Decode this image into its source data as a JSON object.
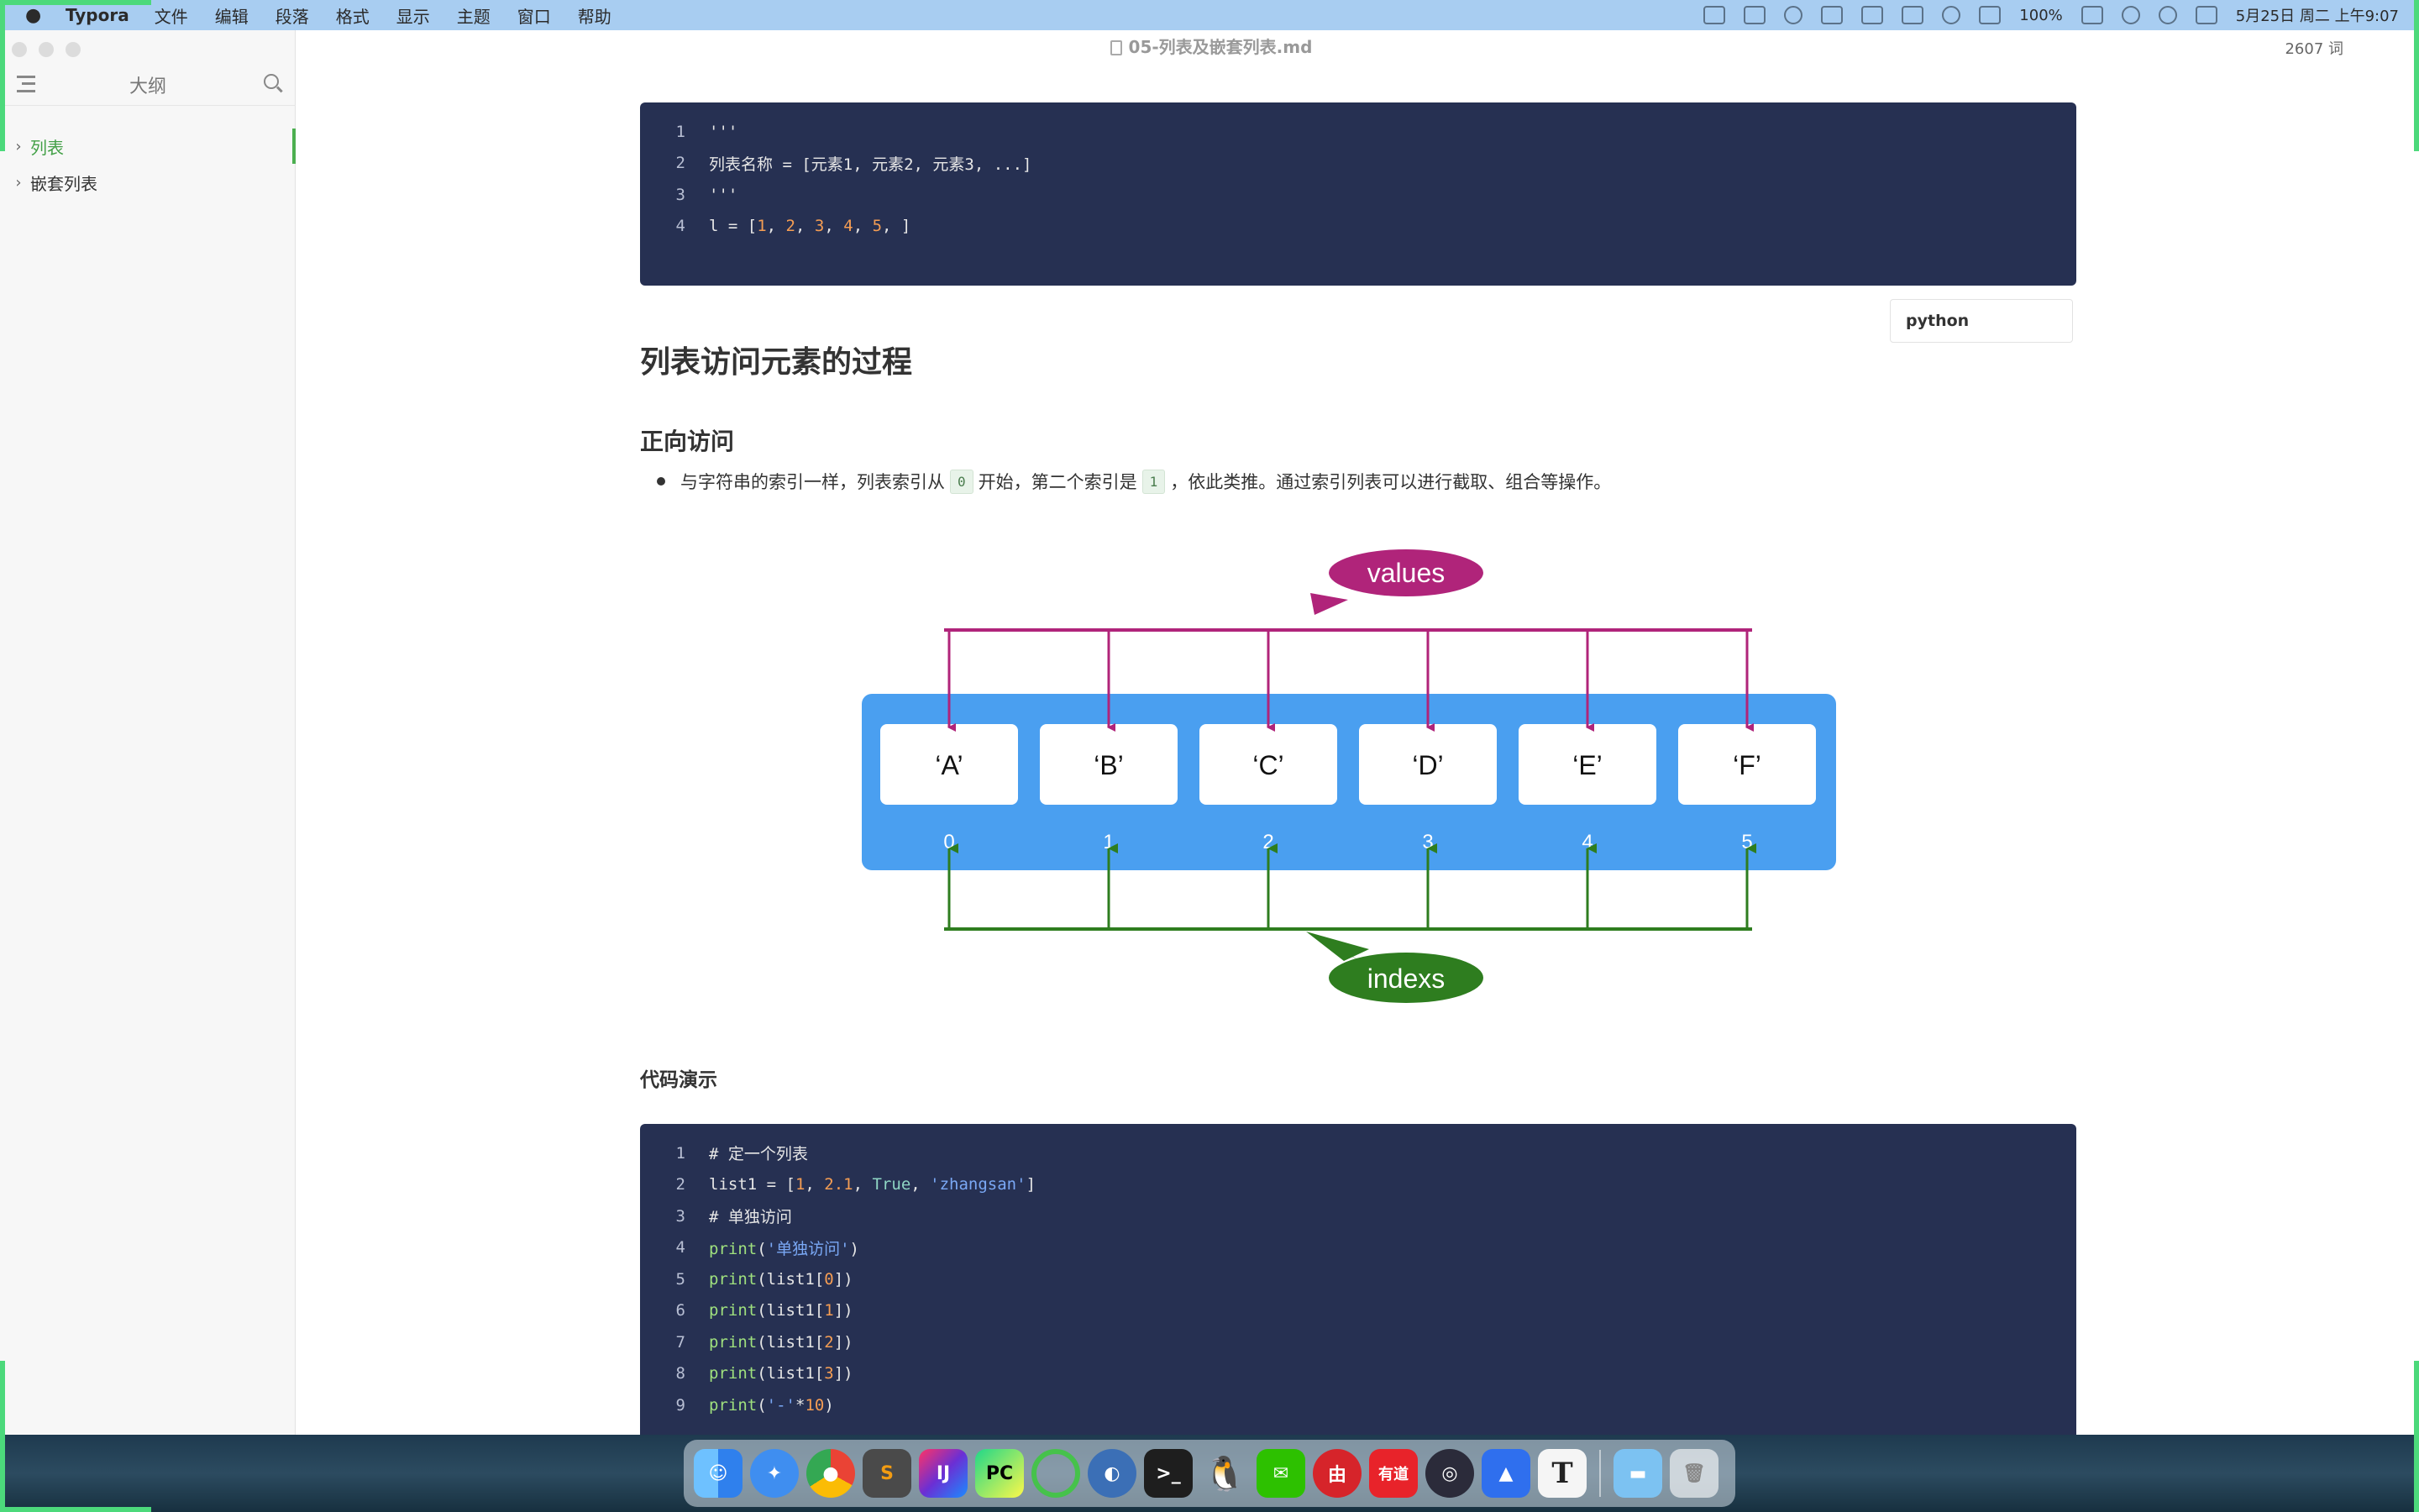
{
  "menubar": {
    "app_name": "Typora",
    "menus": [
      "文件",
      "编辑",
      "段落",
      "格式",
      "显示",
      "主题",
      "窗口",
      "帮助"
    ],
    "battery": "100%",
    "datetime": "5月25日 周二 上午9:07"
  },
  "sidebar": {
    "title": "大纲",
    "items": [
      {
        "label": "列表",
        "active": true
      },
      {
        "label": "嵌套列表",
        "active": false
      }
    ]
  },
  "editor": {
    "file_name": "05-列表及嵌套列表.md",
    "word_count": "2607 词",
    "code_block_1": {
      "line_numbers": [
        "1",
        "2",
        "3",
        "4"
      ],
      "language": "python"
    },
    "heading_2": "列表访问元素的过程",
    "heading_3": "正向访问",
    "bullet": {
      "part1": "与字符串的索引一样，列表索引从",
      "code1": "0",
      "part2": "开始，第二个索引是",
      "code2": "1",
      "part3": "，依此类推。通过索引列表可以进行截取、组合等操作。"
    },
    "heading_4": "代码演示",
    "code_block_2": {
      "line_numbers": [
        "1",
        "2",
        "3",
        "4",
        "5",
        "6",
        "7",
        "8",
        "9"
      ]
    }
  },
  "diagram": {
    "values_label": "values",
    "indexes_label": "indexs",
    "cells": [
      "‘A’",
      "‘B’",
      "‘C’",
      "‘D’",
      "‘E’",
      "‘F’"
    ],
    "indices": [
      "0",
      "1",
      "2",
      "3",
      "4",
      "5"
    ],
    "colors": {
      "values": "#b0247a",
      "indexes": "#2e7d1f",
      "container": "#4a9ff0"
    }
  },
  "dock": {
    "apps": [
      "finder",
      "safari",
      "chrome",
      "sublime-text",
      "intellij-idea",
      "pycharm",
      "activity-ring",
      "eclipse",
      "terminal",
      "qq",
      "wechat",
      "dictionary",
      "youdao",
      "obs",
      "feishu",
      "typora",
      "folder",
      "trash"
    ]
  }
}
